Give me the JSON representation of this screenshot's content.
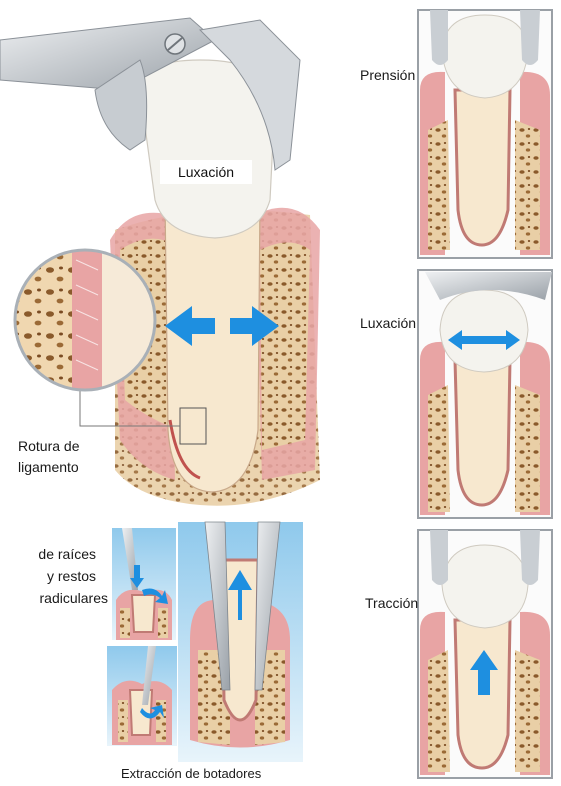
{
  "figure": {
    "main_label": "Luxación",
    "rotura_line1": "Rotura de",
    "rotura_line2": "ligamento",
    "side_label_1": "Prensión",
    "side_label_2": "Luxación",
    "side_label_3": "Tracción",
    "roots_line1": "de raíces",
    "roots_line2": "y restos",
    "roots_line3": "radiculares",
    "caption": "Extracción de botadores"
  },
  "colors": {
    "gum": "#e8a4a4",
    "bone": "#e6c79a",
    "bone_dots": "#8a5a2b",
    "enamel": "#f4f3ee",
    "root": "#f7e8cf",
    "arrow": "#1e8fe0",
    "instrument": "#b9bec4",
    "sky": "#bfe0f3"
  }
}
